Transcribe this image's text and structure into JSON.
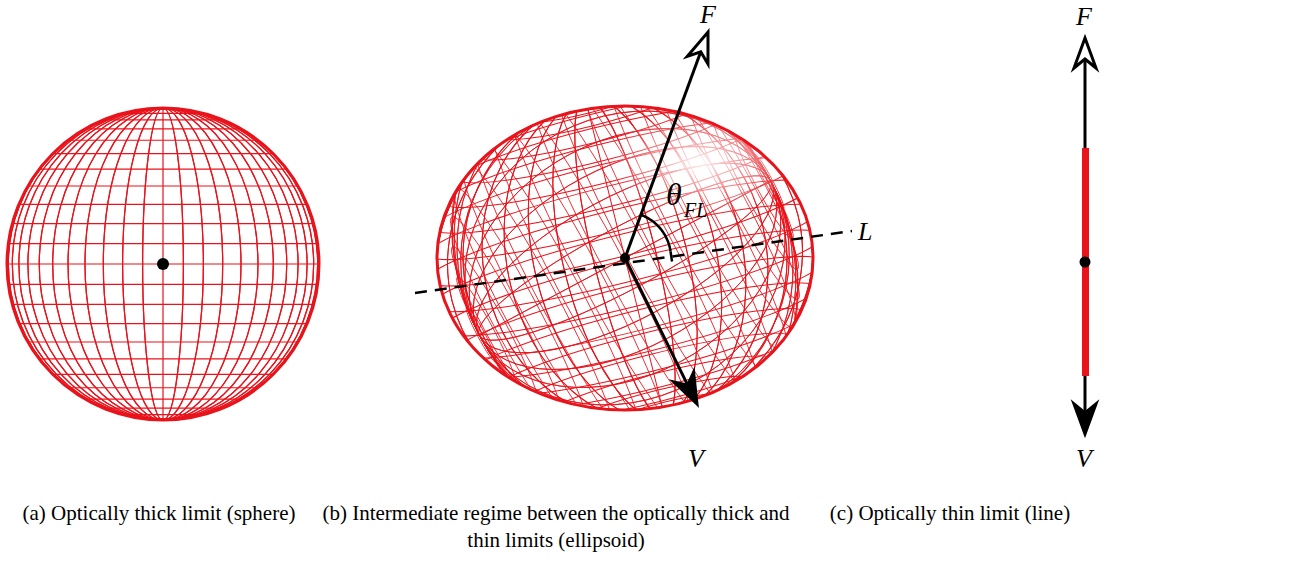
{
  "diagram": {
    "labels": [
      "F",
      "θ",
      "FL",
      "L",
      "V",
      "F",
      "V",
      "(a) Optically thick limit (sphere)",
      "(b) Intermediate regime between the optically thick and thin limits (ellipsoid)",
      "(c) Optically thin limit (line)"
    ]
  }
}
